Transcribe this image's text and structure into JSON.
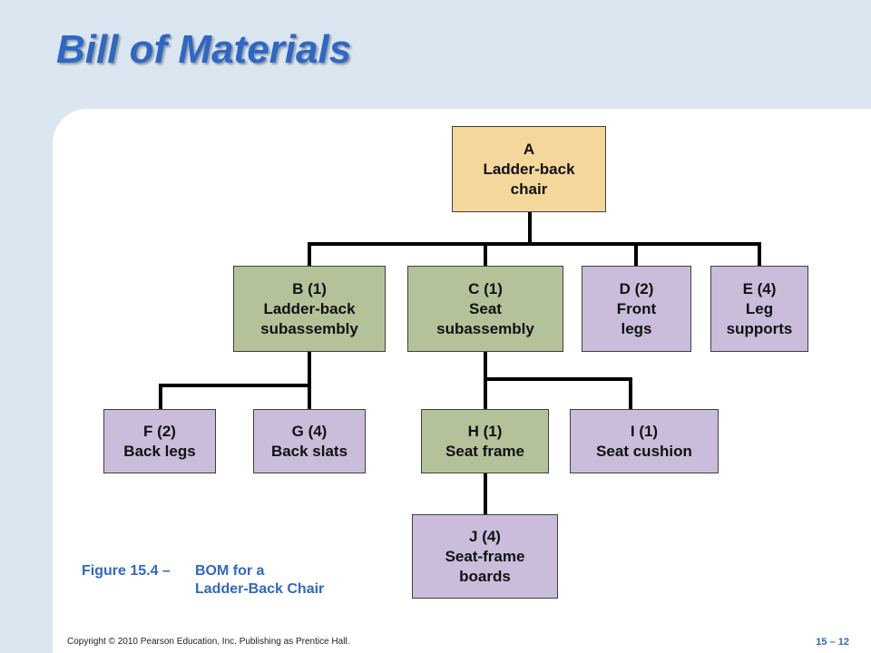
{
  "title": "Bill of Materials",
  "colors": {
    "root": "#f5d79b",
    "subassembly": "#b4c29a",
    "component": "#c9bddb",
    "connector": "#000000",
    "accent": "#2f68c4"
  },
  "nodes": {
    "a": {
      "lines": [
        "A",
        "Ladder-back",
        "chair"
      ],
      "kind": "root"
    },
    "b": {
      "lines": [
        "B (1)",
        "Ladder-back",
        "subassembly"
      ],
      "kind": "subassembly"
    },
    "c": {
      "lines": [
        "C (1)",
        "Seat",
        "subassembly"
      ],
      "kind": "subassembly"
    },
    "d": {
      "lines": [
        "D (2)",
        "Front",
        "legs"
      ],
      "kind": "component"
    },
    "e": {
      "lines": [
        "E (4)",
        "Leg",
        "supports"
      ],
      "kind": "component"
    },
    "f": {
      "lines": [
        "F (2)",
        "Back legs"
      ],
      "kind": "component"
    },
    "g": {
      "lines": [
        "G (4)",
        "Back slats"
      ],
      "kind": "component"
    },
    "h": {
      "lines": [
        "H (1)",
        "Seat frame"
      ],
      "kind": "subassembly"
    },
    "i": {
      "lines": [
        "I (1)",
        "Seat cushion"
      ],
      "kind": "component"
    },
    "j": {
      "lines": [
        "J (4)",
        "Seat-frame",
        "boards"
      ],
      "kind": "component"
    }
  },
  "caption": {
    "label": "Figure 15.4 –",
    "line1": "BOM for a",
    "line2": "Ladder-Back Chair"
  },
  "footer": {
    "copyright": "Copyright © 2010 Pearson Education, Inc. Publishing as Prentice Hall.",
    "slide_number": "15 – 12"
  }
}
